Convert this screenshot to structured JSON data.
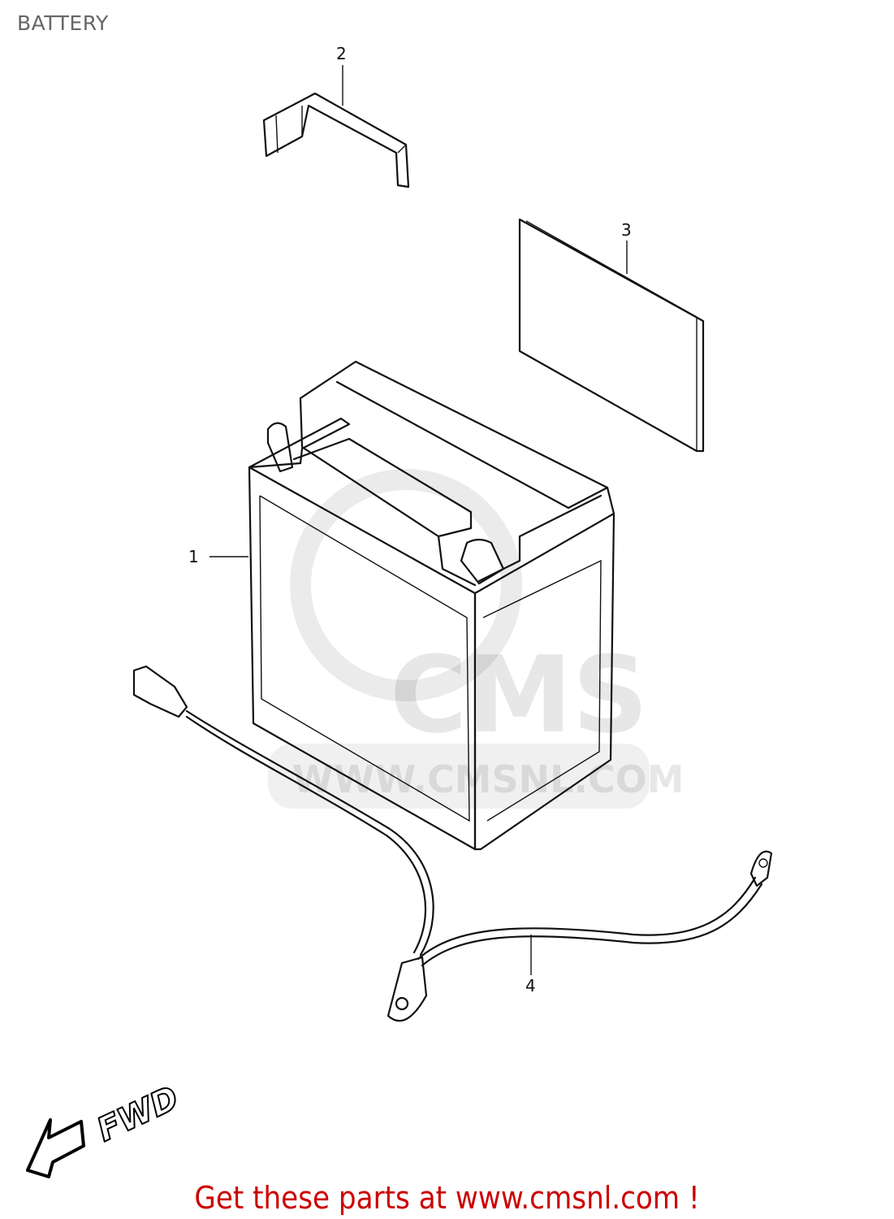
{
  "title": "BATTERY",
  "watermark": {
    "logo": "CMS",
    "url": "WWW.CMSNL.COM"
  },
  "callouts": [
    {
      "number": "1"
    },
    {
      "number": "2"
    },
    {
      "number": "3"
    },
    {
      "number": "4"
    }
  ],
  "direction_indicator": {
    "label": "FWD",
    "icon": "arrow-left-down-icon"
  },
  "footer": {
    "text": "Get these parts at www.cmsnl.com !"
  },
  "colors": {
    "footer": "#cc0000",
    "title": "#666666",
    "lines": "#111111"
  }
}
